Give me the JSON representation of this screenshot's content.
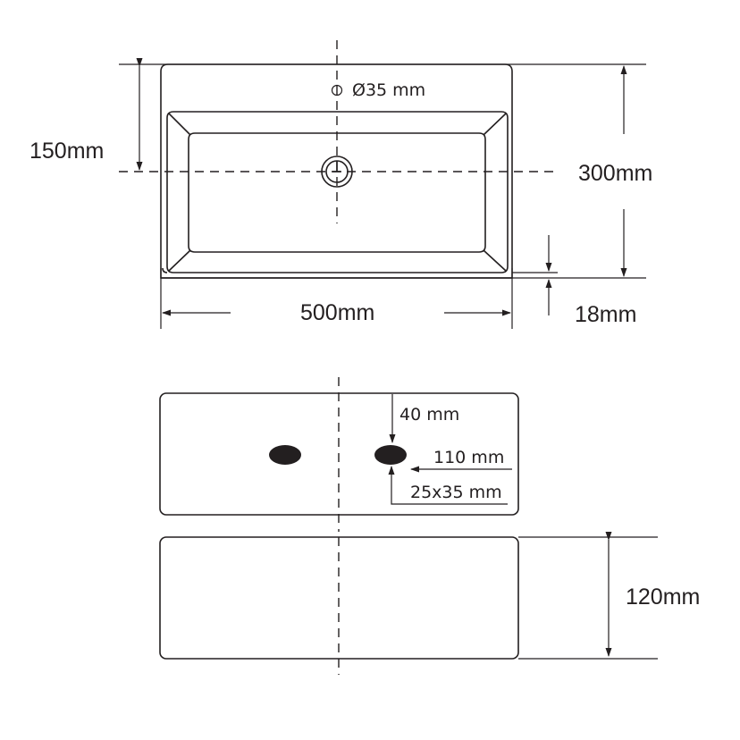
{
  "drawing": {
    "type": "sink technical drawing",
    "line_color": "#231f20",
    "background": "#ffffff"
  },
  "top_view": {
    "drain_label": "Ø35 mm",
    "depth_to_drain_label": "150mm",
    "depth_label": "300mm",
    "width_label": "500mm",
    "rim_thickness_label": "18mm"
  },
  "back_view": {
    "hole_top_offset_label": "40 mm",
    "hole_side_offset_label": "110 mm",
    "hole_size_label": "25x35 mm"
  },
  "side_view": {
    "height_label": "120mm"
  }
}
